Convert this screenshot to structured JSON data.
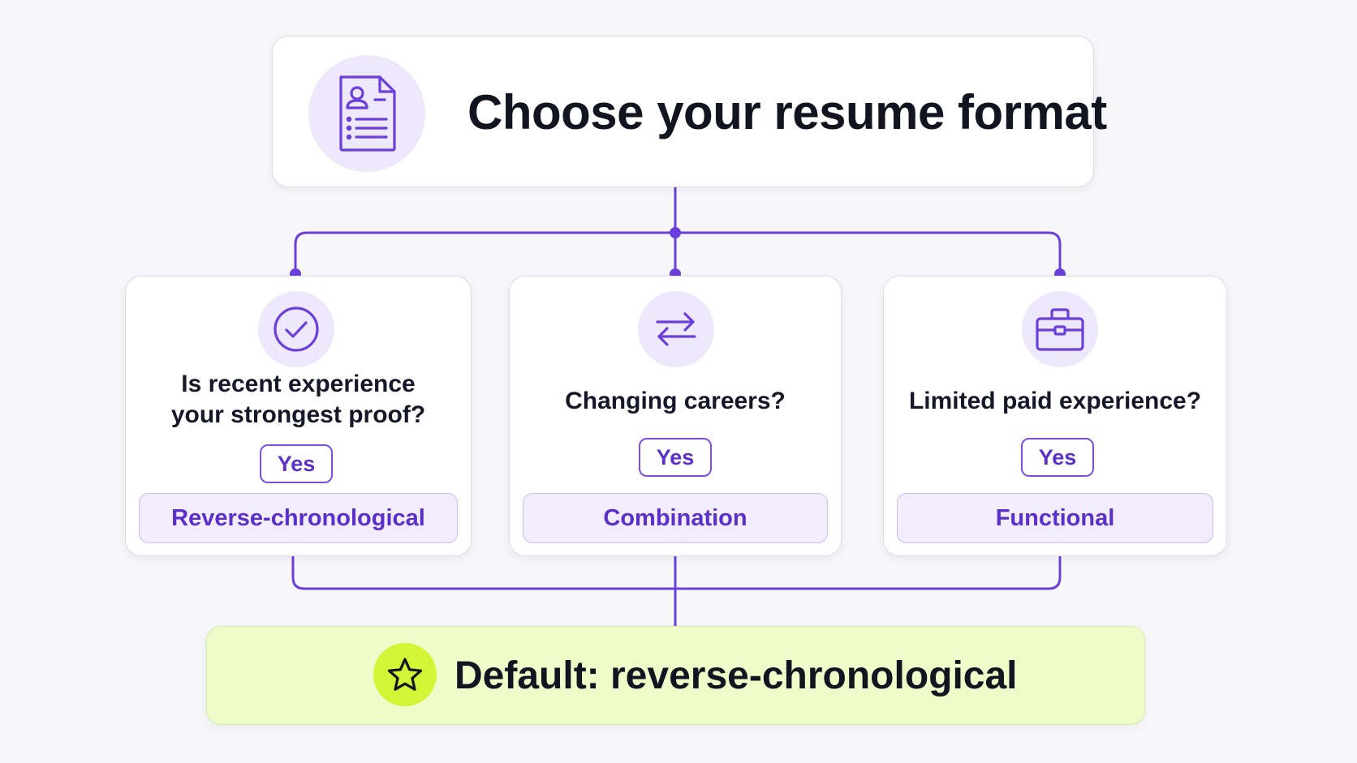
{
  "colors": {
    "accent": "#6b3fdb",
    "accent_text": "#5b2fc9",
    "icon_bg": "#ede8fb",
    "result_bg": "#f1edfd",
    "default_bg": "#eefcc9",
    "star_bg": "#d4f535",
    "title_text": "#121420"
  },
  "title": {
    "text": "Choose your resume format",
    "icon": "resume-document-icon"
  },
  "branches": [
    {
      "icon": "checkmark-circle-icon",
      "question_lines": [
        "Is recent experience",
        "your strongest proof?"
      ],
      "answer": "Yes",
      "result": "Reverse-chronological"
    },
    {
      "icon": "swap-arrows-icon",
      "question_lines": [
        "Changing careers?"
      ],
      "answer": "Yes",
      "result": "Combination"
    },
    {
      "icon": "briefcase-icon",
      "question_lines": [
        "Limited paid experience?"
      ],
      "answer": "Yes",
      "result": "Functional"
    }
  ],
  "default": {
    "text": "Default: reverse-chronological",
    "icon": "star-icon"
  }
}
